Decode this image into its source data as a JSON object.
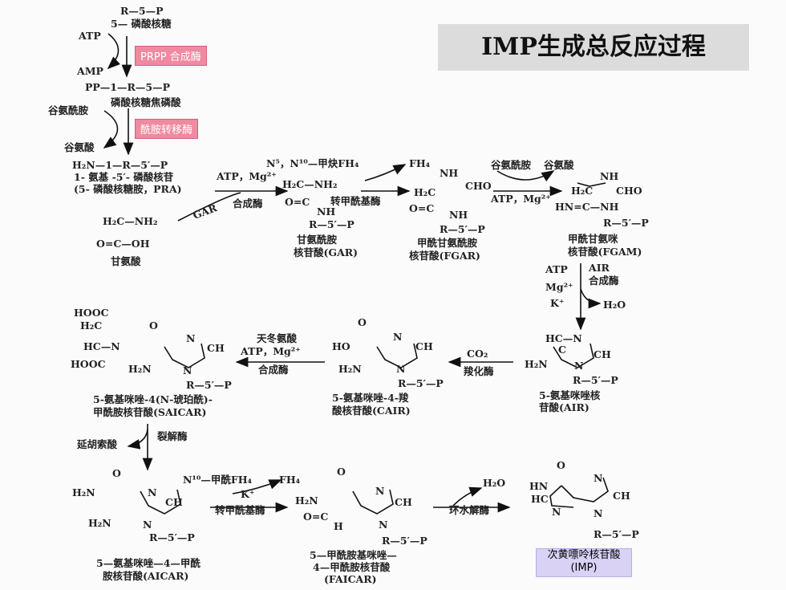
{
  "title": "IMP生成总反应过程",
  "step1": {
    "substrate_a": "R—5—P",
    "substrate_b": "5— 磷酸核糖",
    "cofactor_in": "ATP",
    "cofactor_out": "AMP",
    "enzyme": "PRPP 合成酶",
    "product_a": "PP—1—R—5—P",
    "product_b": "磷酸核糖焦磷酸"
  },
  "step2": {
    "in": "谷氨酰胺",
    "out": "谷氨酸",
    "enzyme": "酰胺转移酶",
    "prod_a": "H₂N—1—R—5′—P",
    "prod_b": "1- 氨基 -5′- 磷酸核苷",
    "prod_c": "(5- 磷酸核糖胺，PRA)"
  },
  "gly": {
    "l1": "H₂C—NH₂",
    "l2": "O=C—OH",
    "name": "甘氨酸"
  },
  "step3": {
    "cof": "ATP，Mg²⁺",
    "gar_label": "GAR",
    "enzyme": "合成酶"
  },
  "gar": {
    "l1": "H₂C—NH₂",
    "l2": "O=C",
    "l3": "NH",
    "l4": "R—5′—P",
    "n1": "甘氨酰胺",
    "n2": "核苷酸(GAR)"
  },
  "step4": {
    "cof_in": "N⁵，N¹⁰—甲炔FH₄",
    "cof_out": "FH₄",
    "enzyme": "转甲酰基酶"
  },
  "fgar": {
    "l1": "NH",
    "l2": "CHO",
    "l3": "H₂C",
    "l4": "O=C",
    "l5": "NH",
    "l6": "R—5′—P",
    "n1": "甲酰甘氨酰胺",
    "n2": "核苷酸(FGAR)"
  },
  "step5": {
    "in": "谷氨酰胺",
    "out": "谷氨酸",
    "cof": "ATP，Mg²⁺"
  },
  "fgam": {
    "l1": "NH",
    "l2": "H₂C",
    "l3": "CHO",
    "l4": "HN=C—NH",
    "l5": "R—5′—P",
    "n1": "甲酰甘氨咪",
    "n2": "核苷酸(FGAM)"
  },
  "step6": {
    "c1": "ATP",
    "c2": "Mg²⁺",
    "c3": "K⁺",
    "enzyme_a": "AIR",
    "enzyme_b": "合成酶",
    "out": "H₂O"
  },
  "air": {
    "l1": "HC—N",
    "l2": "C",
    "l3": "CH",
    "l4": "H₂N",
    "l5": "N",
    "l6": "R—5′—P",
    "n1": "5-氨基咪唑核",
    "n2": "苷酸(AIR)"
  },
  "step7": {
    "in": "CO₂",
    "enzyme": "羧化酶"
  },
  "cair": {
    "l1": "O",
    "l2": "HO",
    "l3": "N",
    "l4": "CH",
    "l5": "H₂N",
    "l6": "N",
    "l7": "R—5′—P",
    "n1": "5-氨基咪唑-4-羧",
    "n2": "酸核苷酸(CAIR)"
  },
  "step8": {
    "in": "天冬氨酸",
    "cof": "ATP，Mg²⁺",
    "enzyme": "合成酶"
  },
  "saicar": {
    "l1": "HOOC",
    "l2": "H₂C",
    "l3": "HC—N",
    "l4": "HOOC",
    "l5": "O",
    "l6": "N",
    "l7": "CH",
    "l8": "H₂N",
    "l9": "N",
    "l10": "R—5′—P",
    "n1": "5-氨基咪唑-4(N-琥珀酰)-",
    "n2": "甲酰胺核苷酸(SAICAR)"
  },
  "step9": {
    "out": "延胡索酸",
    "enzyme": "裂解酶"
  },
  "aicar": {
    "l1": "O",
    "l2": "H₂N",
    "l3": "N",
    "l4": "CH",
    "l5": "H₂N",
    "l6": "N",
    "l7": "R—5′—P",
    "n1": "5—氨基咪唑—4—甲酰",
    "n2": "胺核苷酸(AICAR)"
  },
  "step10": {
    "cof_in": "N¹⁰—甲酰FH₄",
    "cof_out": "FH₄",
    "k": "K⁺",
    "enzyme": "转甲酰基酶"
  },
  "faicar": {
    "l1": "O",
    "l2": "H₂N",
    "l3": "N",
    "l4": "CH",
    "l5": "O=C",
    "l6": "H",
    "l7": "N",
    "l8": "R—5′—P",
    "n1": "5—甲酰胺基咪唑—",
    "n2": "4—甲酰胺核苷酸",
    "n3": "(FAICAR)"
  },
  "step11": {
    "out": "H₂O",
    "enzyme": "环水解酶"
  },
  "imp": {
    "l1": "O",
    "l2": "HN",
    "l3": "N",
    "l4": "HC",
    "l5": "CH",
    "l6": "N",
    "l7": "N",
    "l8": "R—5′—P",
    "n1": "次黄嘌呤核苷酸",
    "n2": "(IMP)"
  },
  "colors": {
    "enzyme_box": "#f08aa0",
    "imp_box": "#d9d2f5",
    "title_bg": "#dcdcdc"
  }
}
